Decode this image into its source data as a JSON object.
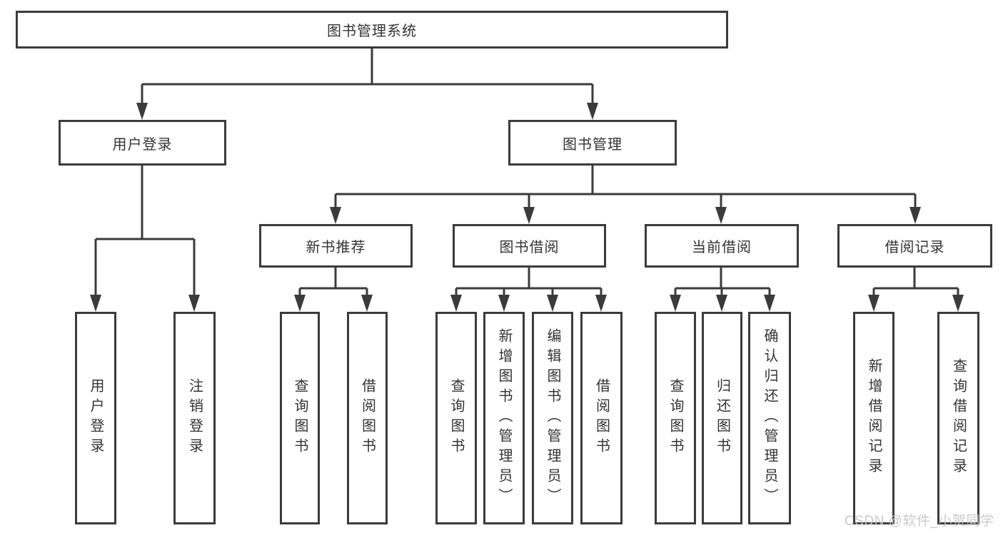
{
  "root": {
    "label": "图书管理系统"
  },
  "branches": {
    "user_login": {
      "label": "用户登录",
      "children": {
        "login": {
          "label": "用户登录"
        },
        "logout": {
          "label": "注销登录"
        }
      }
    },
    "book_mgmt": {
      "label": "图书管理",
      "children": {
        "new_books": {
          "label": "新书推荐",
          "children": {
            "search": {
              "label": "查询图书"
            },
            "borrow": {
              "label": "借阅图书"
            }
          }
        },
        "borrowing": {
          "label": "图书借阅",
          "children": {
            "search": {
              "label": "查询图书"
            },
            "add": {
              "label": "新增图书（管理员）"
            },
            "edit": {
              "label": "编辑图书（管理员）"
            },
            "borrow": {
              "label": "借阅图书"
            }
          }
        },
        "current": {
          "label": "当前借阅",
          "children": {
            "search": {
              "label": "查询图书"
            },
            "return": {
              "label": "归还图书"
            },
            "confirm": {
              "label": "确认归还（管理员）"
            }
          }
        },
        "records": {
          "label": "借阅记录",
          "children": {
            "add": {
              "label": "新增借阅记录"
            },
            "search": {
              "label": "查询借阅记录"
            }
          }
        }
      }
    }
  },
  "watermark": "CSDN @软件_小贺同学",
  "colors": {
    "line": "#3b3b3b",
    "text": "#333333",
    "watermark": "#c5c5c5",
    "background": "#ffffff"
  }
}
